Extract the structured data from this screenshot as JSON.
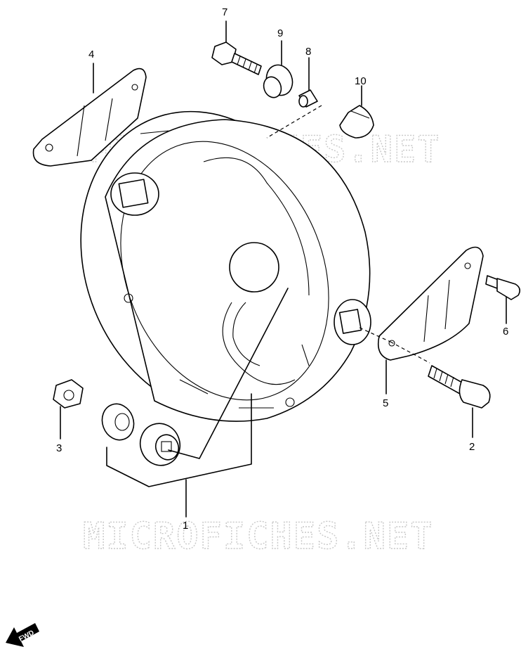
{
  "callouts": {
    "c1": "1",
    "c2": "2",
    "c3": "3",
    "c4": "4",
    "c5": "5",
    "c6": "6",
    "c7": "7",
    "c8": "8",
    "c9": "9",
    "c10": "10"
  },
  "watermark": "MICROFICHES.NET",
  "fwd_label": "FWD",
  "colors": {
    "line": "#000000",
    "watermark": "#c8c8c8",
    "background": "#ffffff"
  }
}
